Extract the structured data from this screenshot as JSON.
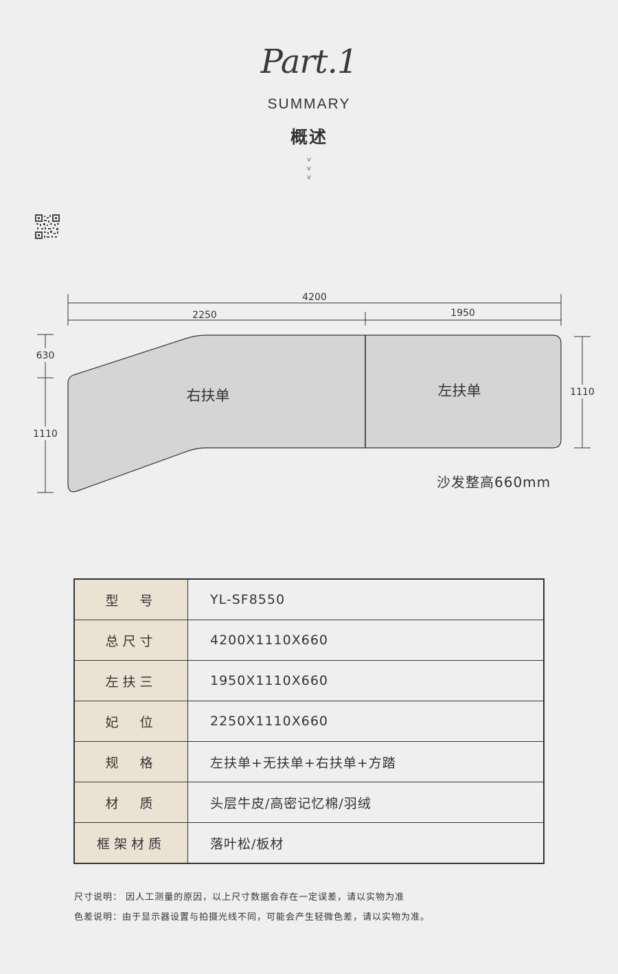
{
  "header": {
    "part": "Part.1",
    "summary": "SUMMARY",
    "overview": "概述",
    "chevron": "v"
  },
  "diagram": {
    "total_width": "4200",
    "left_width": "2250",
    "right_width": "1950",
    "left_top_depth": "630",
    "left_depth": "1110",
    "right_depth": "1110",
    "left_section_label": "右扶单",
    "right_section_label": "左扶单",
    "height_note": "沙发整高660mm",
    "fill_color": "#d5d5d5",
    "line_color": "#333333"
  },
  "spec_table": {
    "label_bg": "#ece2d3",
    "rows": [
      {
        "label": "型　号",
        "value": "YL-SF8550"
      },
      {
        "label": "总尺寸",
        "value": "4200X1110X660"
      },
      {
        "label": "左扶三",
        "value": "1950X1110X660"
      },
      {
        "label": "妃　位",
        "value": "2250X1110X660"
      },
      {
        "label": "规　格",
        "value": "左扶单+无扶单+右扶单+方踏"
      },
      {
        "label": "材　质",
        "value": "头层牛皮/高密记忆棉/羽绒"
      },
      {
        "label": "框架材质",
        "value": "落叶松/板材"
      }
    ]
  },
  "notes": {
    "size_note": "尺寸说明： 因人工测量的原因，以上尺寸数据会存在一定误差，请以实物为准",
    "color_note": "色差说明：由于显示器设置与拍摄光线不同，可能会产生轻微色差，请以实物为准。"
  }
}
